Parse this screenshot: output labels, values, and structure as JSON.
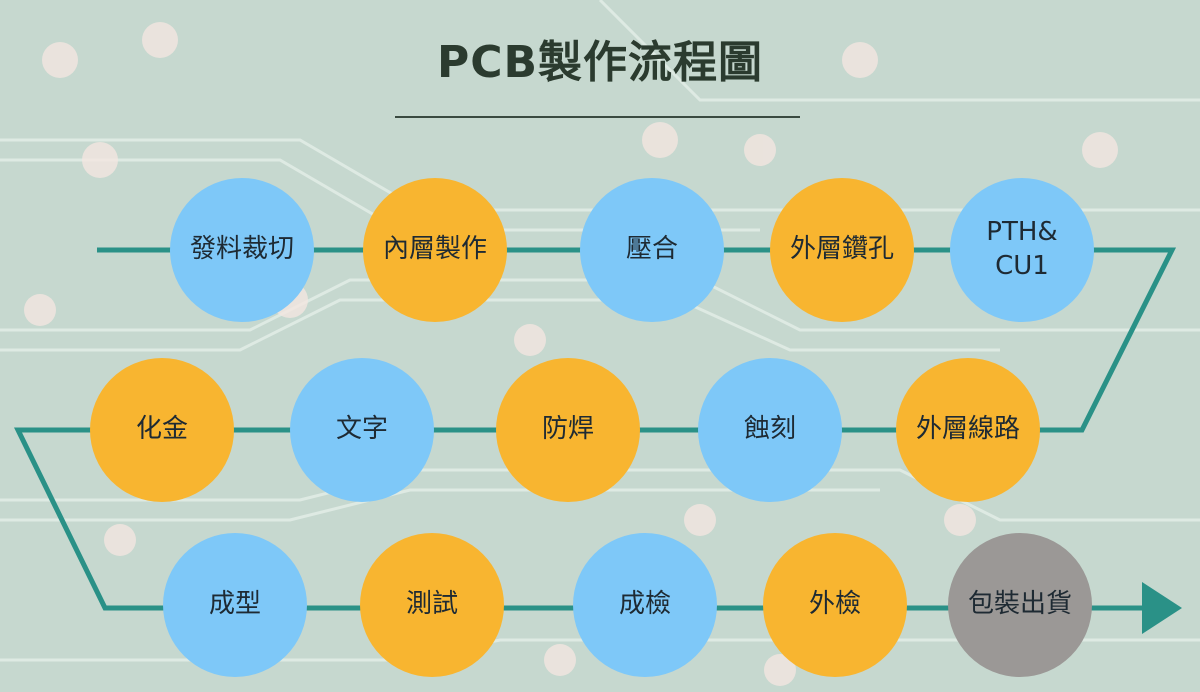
{
  "title": "PCB製作流程圖",
  "colors": {
    "blue": "#7ec8f8",
    "orange": "#f8b530",
    "gray": "#9b9896",
    "line": "#2a9187"
  },
  "steps": [
    {
      "label": "發料裁切",
      "color": "blue"
    },
    {
      "label": "內層製作",
      "color": "orange"
    },
    {
      "label": "壓合",
      "color": "blue"
    },
    {
      "label": "外層鑽孔",
      "color": "orange"
    },
    {
      "label": "PTH&\nCU1",
      "color": "blue"
    },
    {
      "label": "外層線路",
      "color": "orange"
    },
    {
      "label": "蝕刻",
      "color": "blue"
    },
    {
      "label": "防焊",
      "color": "orange"
    },
    {
      "label": "文字",
      "color": "blue"
    },
    {
      "label": "化金",
      "color": "orange"
    },
    {
      "label": "成型",
      "color": "blue"
    },
    {
      "label": "測試",
      "color": "orange"
    },
    {
      "label": "成檢",
      "color": "blue"
    },
    {
      "label": "外檢",
      "color": "orange"
    },
    {
      "label": "包裝出貨",
      "color": "gray"
    }
  ]
}
